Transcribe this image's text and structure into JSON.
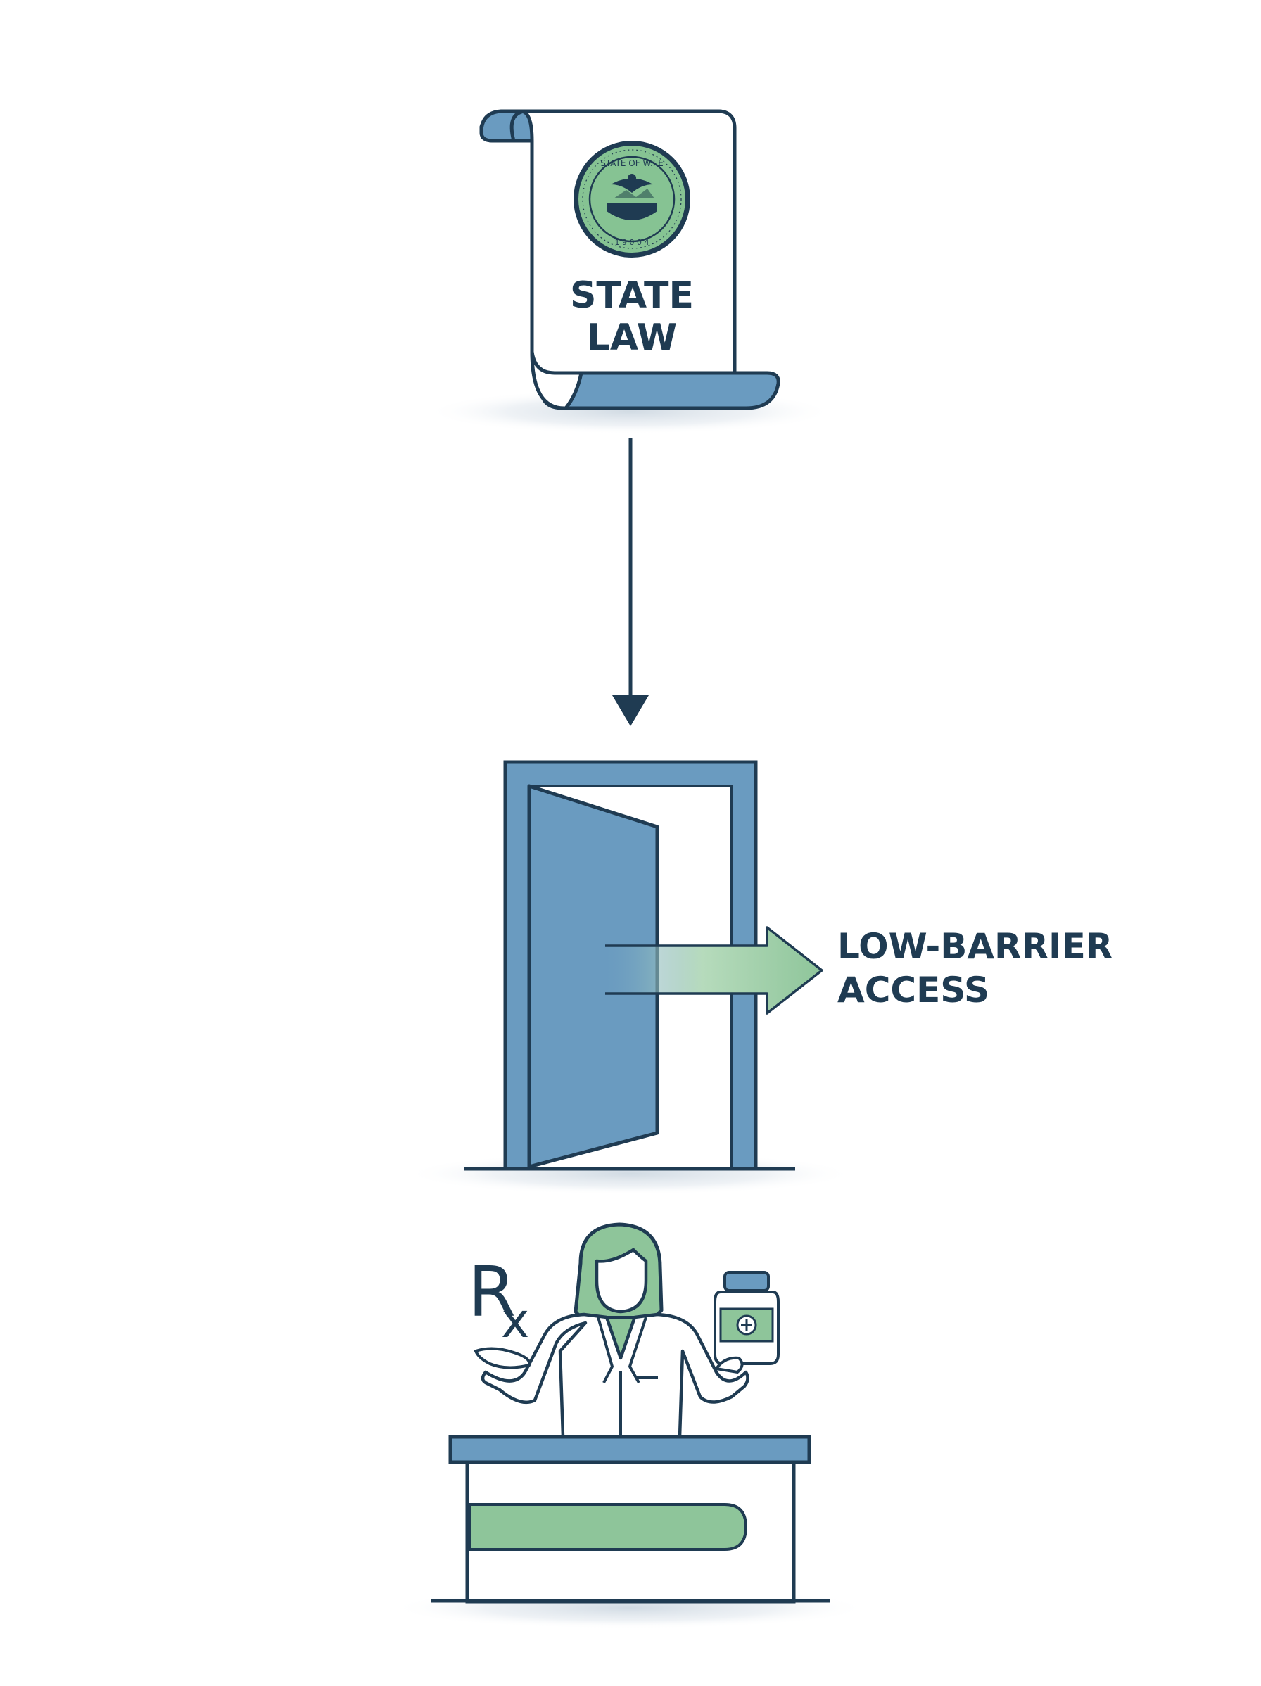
{
  "scroll": {
    "line1": "STATE",
    "line2": "LAW"
  },
  "seal": {
    "top_text": "STATE OF W.I.E",
    "bottom_text": "1 9 0 0 4"
  },
  "door": {
    "label_line1": "LOW-BARRIER",
    "label_line2": "ACCESS"
  },
  "pharmacist": {
    "rx_symbol": "R",
    "rx_sub": "x"
  },
  "colors": {
    "navy": "#1f3b52",
    "blue": "#6a9bc0",
    "blue_dark": "#5b8cb3",
    "green": "#8ec59a",
    "green_light": "#c8e4cc",
    "seal_green": "#86c393",
    "shadow": "#dfe6ec"
  }
}
